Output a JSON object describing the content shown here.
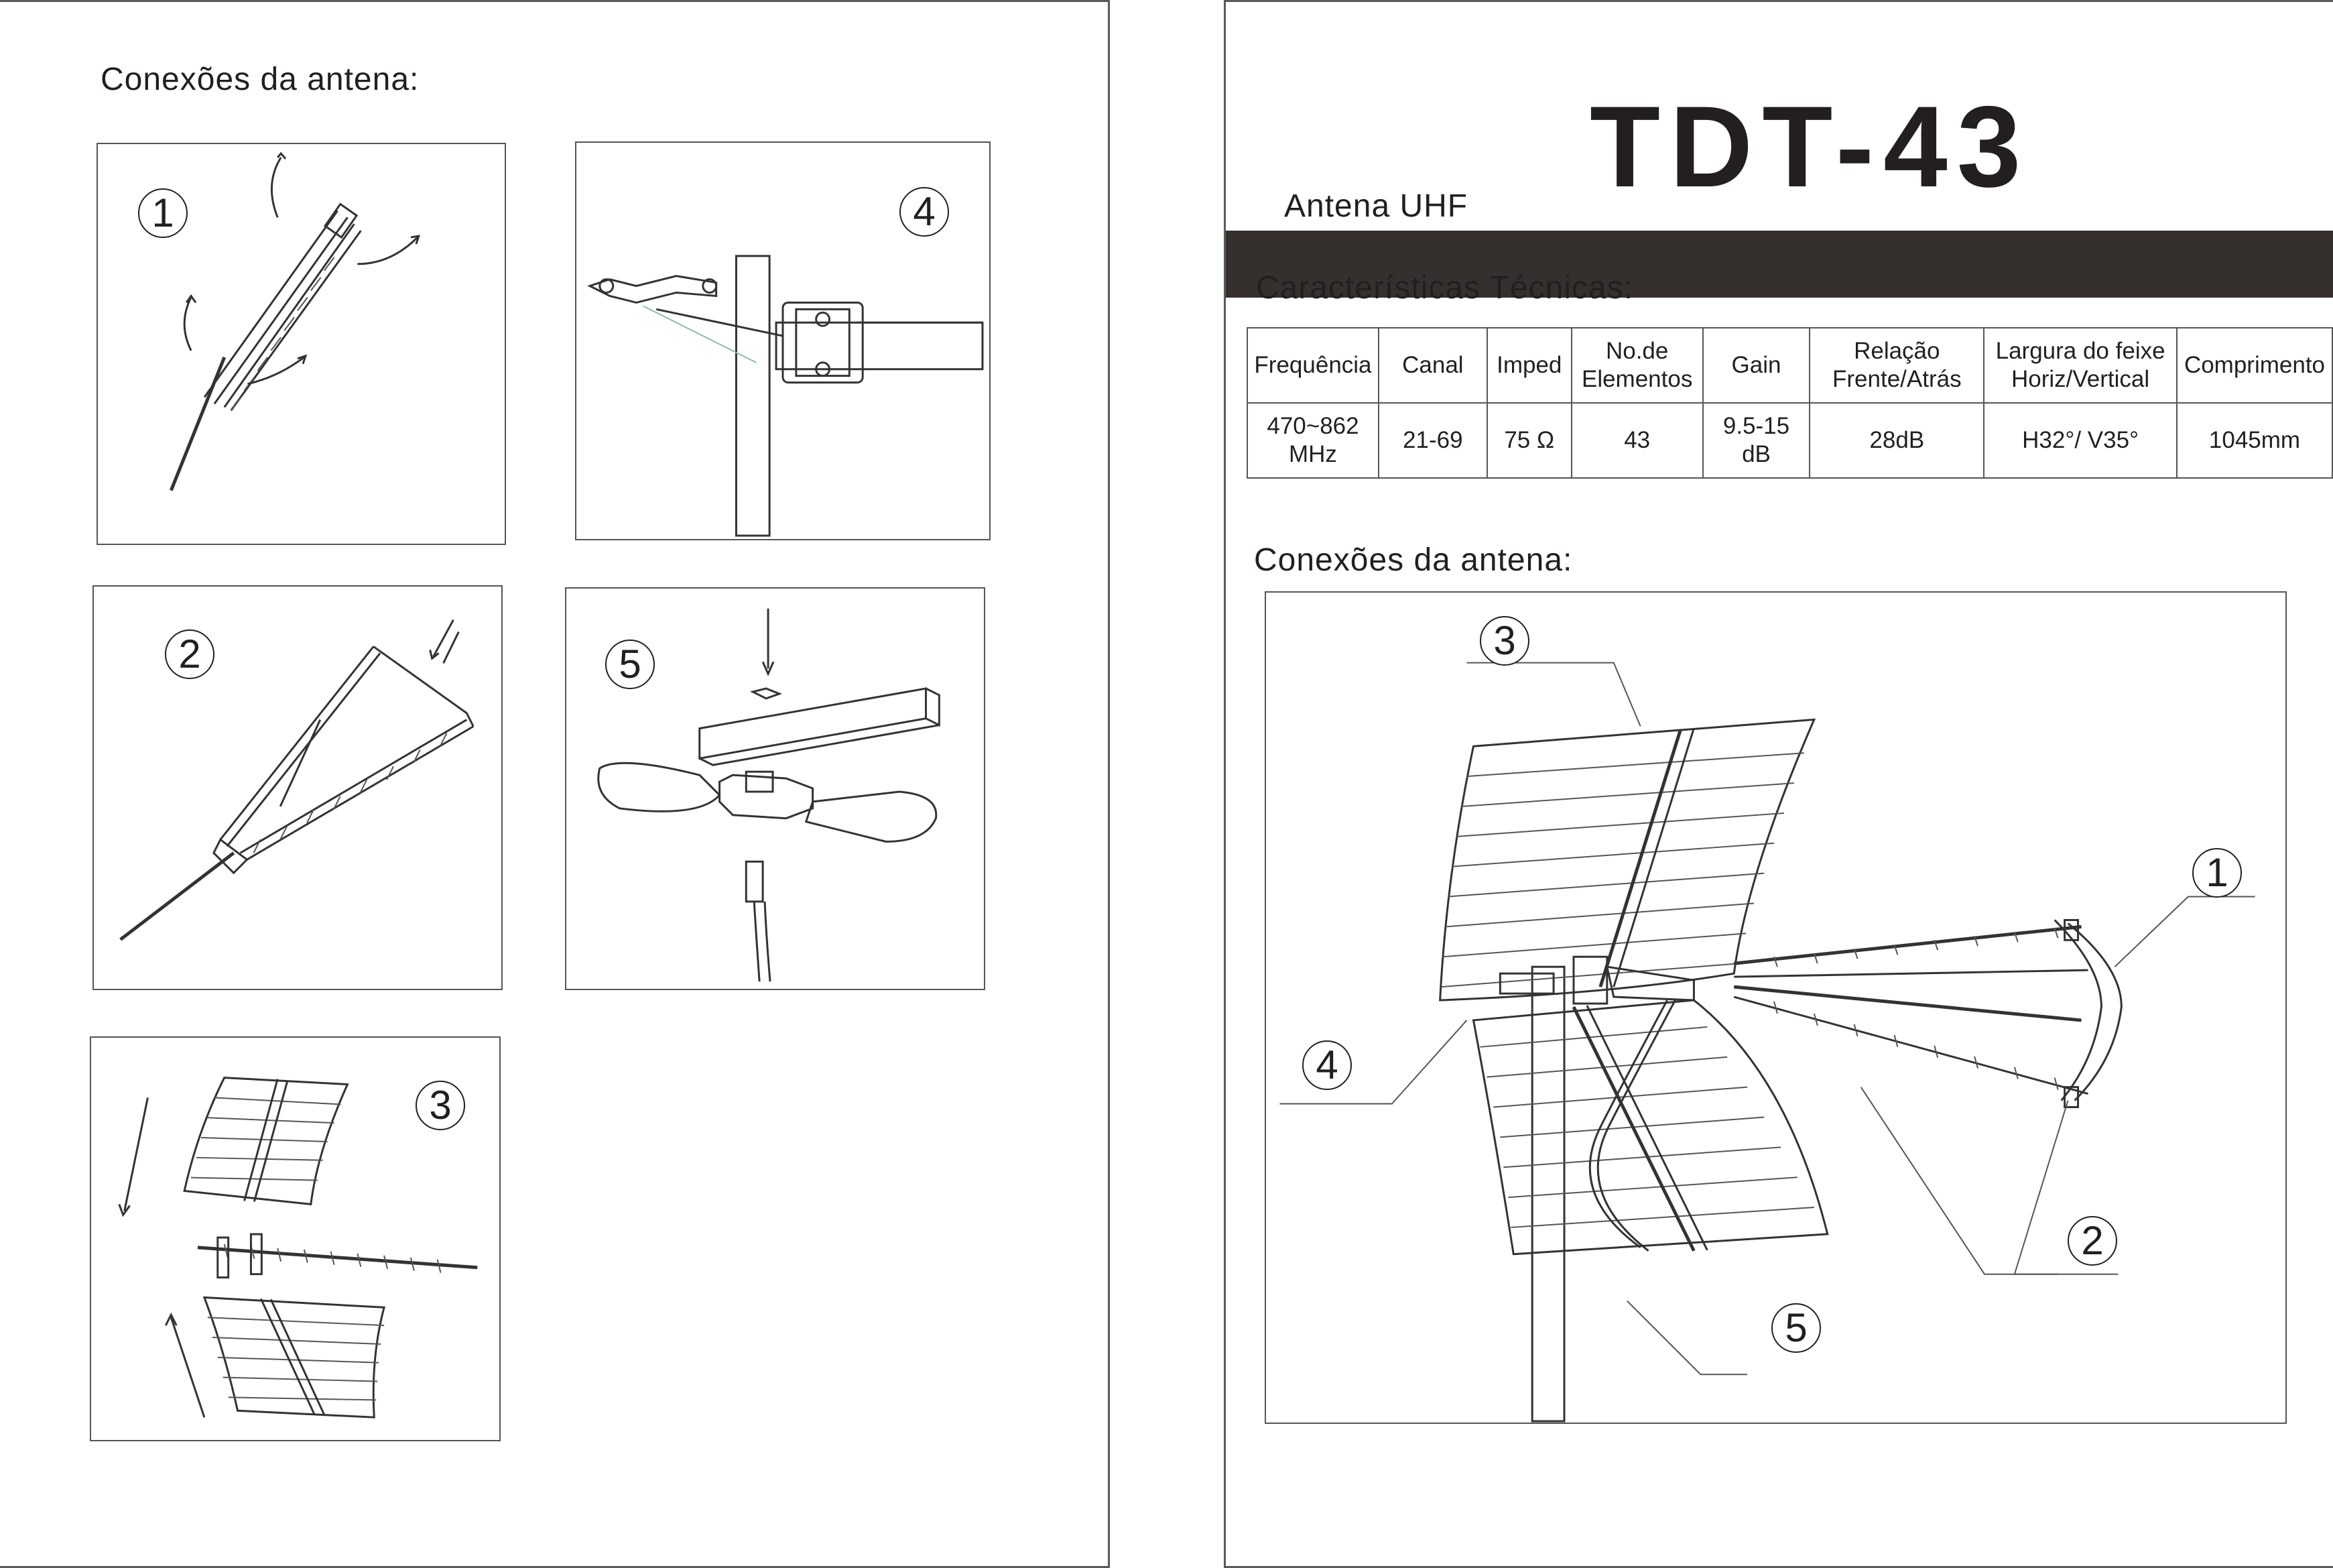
{
  "left_page": {
    "heading": "Conexões da antena:",
    "steps": [
      "1",
      "4",
      "2",
      "5",
      "3"
    ]
  },
  "right_page": {
    "model": "TDT-43",
    "subtitle": "Antena UHF",
    "specs_heading": "Características Técnicas:",
    "specs_table": {
      "headers": [
        "Frequência",
        "Canal",
        "Imped",
        "No.de Elementos",
        "Gain",
        "Relação Frente/Atrás",
        "Largura do feixe Horiz/Vertical",
        "Comprimento"
      ],
      "values": [
        "470~862 MHz",
        "21-69",
        "75 Ω",
        "43",
        "9.5-15 dB",
        "28dB",
        "H32°/ V35°",
        "1045mm"
      ]
    },
    "connections_heading": "Conexões da antena:",
    "callouts": [
      "3",
      "1",
      "4",
      "2",
      "5"
    ]
  },
  "colors": {
    "band": "#35302d",
    "ink": "#231f20",
    "border": "#555555"
  }
}
